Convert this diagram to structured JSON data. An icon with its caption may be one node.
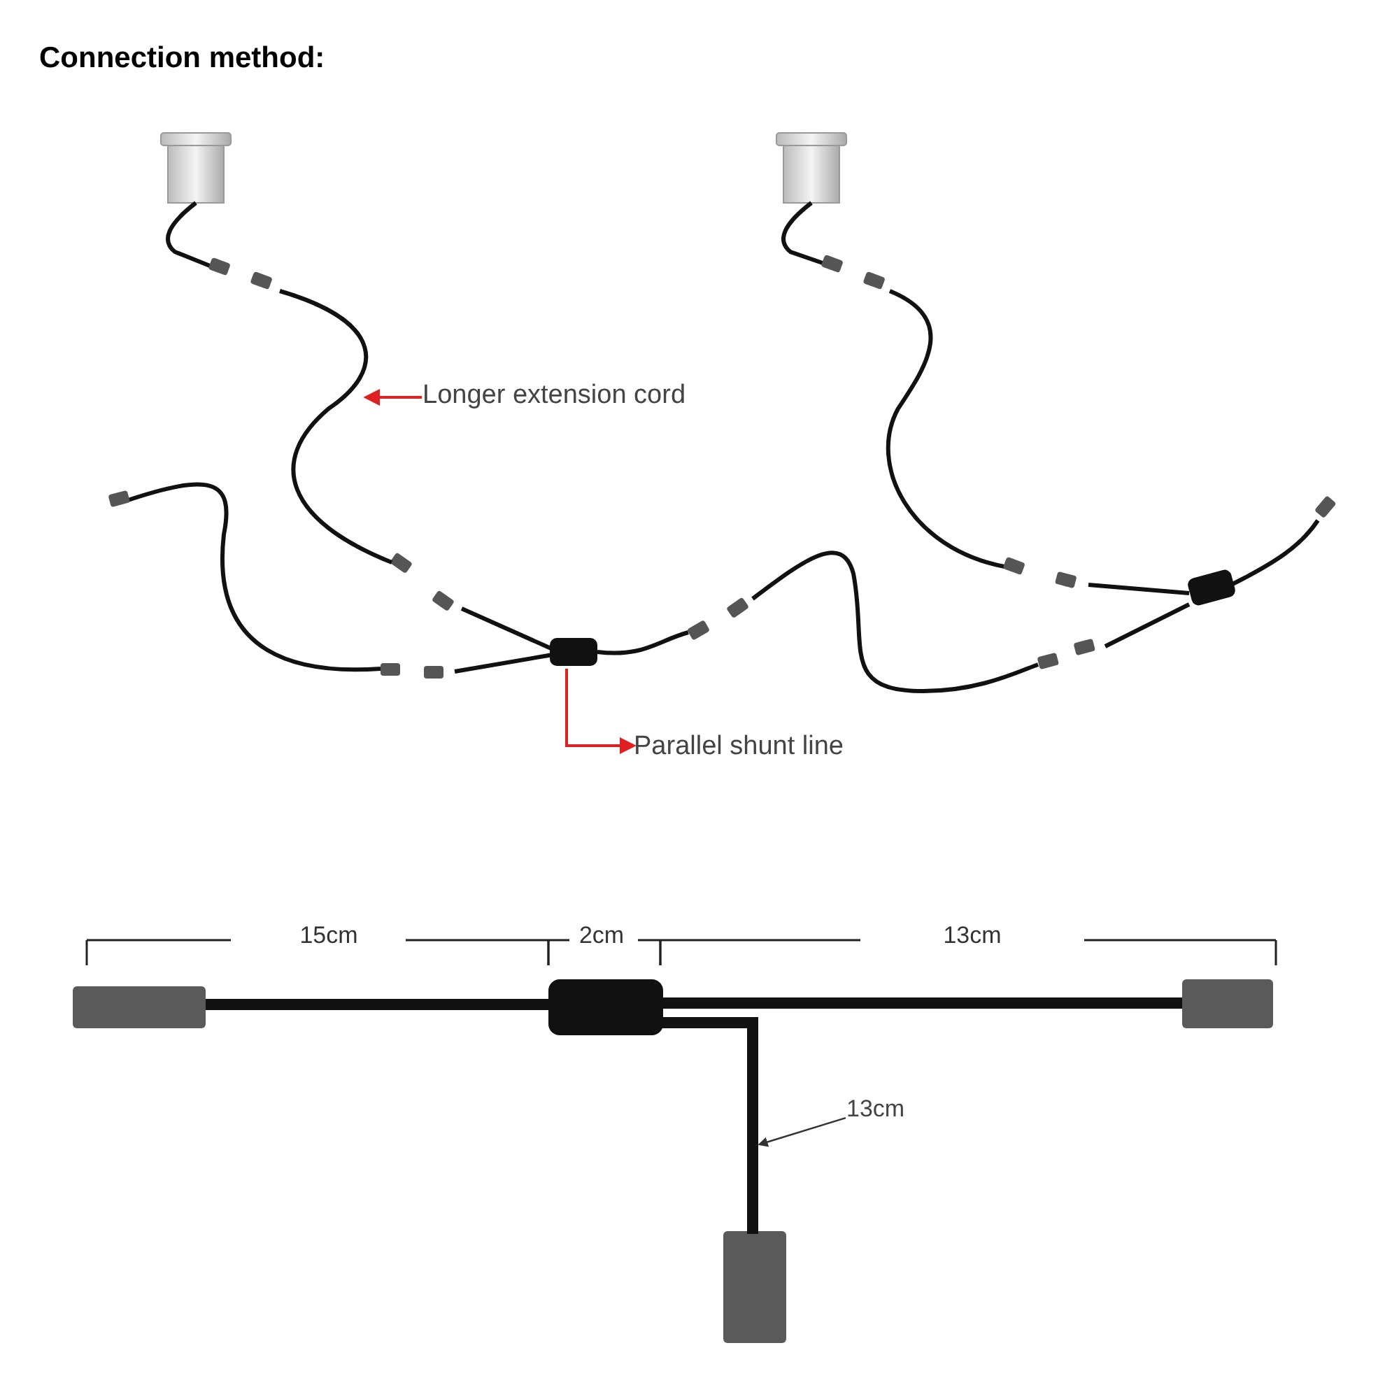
{
  "diagram": {
    "title": "Connection method:",
    "nodes": [
      {
        "text": [
          "Longer extension cord"
        ]
      },
      {
        "text": [
          "Parallel shunt line"
        ]
      },
      {
        "text": [
          "13cm"
        ]
      },
      {
        "text": [],
        "shape": "line"
      },
      {
        "text": [],
        "shape": "box"
      },
      {
        "text": [],
        "shape": "line"
      }
    ],
    "edges": [
      {
        "from": 0,
        "to": 3,
        "arrow": "to",
        "color": "#e02020"
      },
      {
        "from": 4,
        "to": 1,
        "arrow": "to",
        "color": "#e02020"
      },
      {
        "from": 2,
        "to": 5,
        "arrow": "to",
        "color": "#333333"
      }
    ],
    "labels": [
      "15cm",
      "2cm",
      "13cm"
    ]
  }
}
